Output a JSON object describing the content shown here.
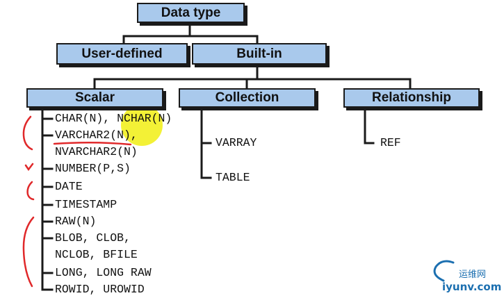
{
  "diagram": {
    "root": "Data type",
    "level1": {
      "user_defined": "User-defined",
      "built_in": "Built-in"
    },
    "categories": {
      "scalar": "Scalar",
      "collection": "Collection",
      "relationship": "Relationship"
    },
    "scalar_items": [
      "CHAR(N), NCHAR(N)",
      "VARCHAR2(N),",
      "NVARCHAR2(N)",
      "NUMBER(P,S)",
      "DATE",
      "TIMESTAMP",
      "RAW(N)",
      "BLOB, CLOB,",
      "NCLOB, BFILE",
      "LONG, LONG RAW",
      "ROWID, UROWID"
    ],
    "collection_items": [
      "VARRAY",
      "TABLE"
    ],
    "relationship_items": [
      "REF"
    ]
  },
  "annotations": {
    "highlight_color": "#f2f020",
    "ink_color": "#e0282a"
  },
  "watermark": {
    "cn": "运维网",
    "domain": "iyunv.com",
    "color": "#1b6fb0"
  }
}
